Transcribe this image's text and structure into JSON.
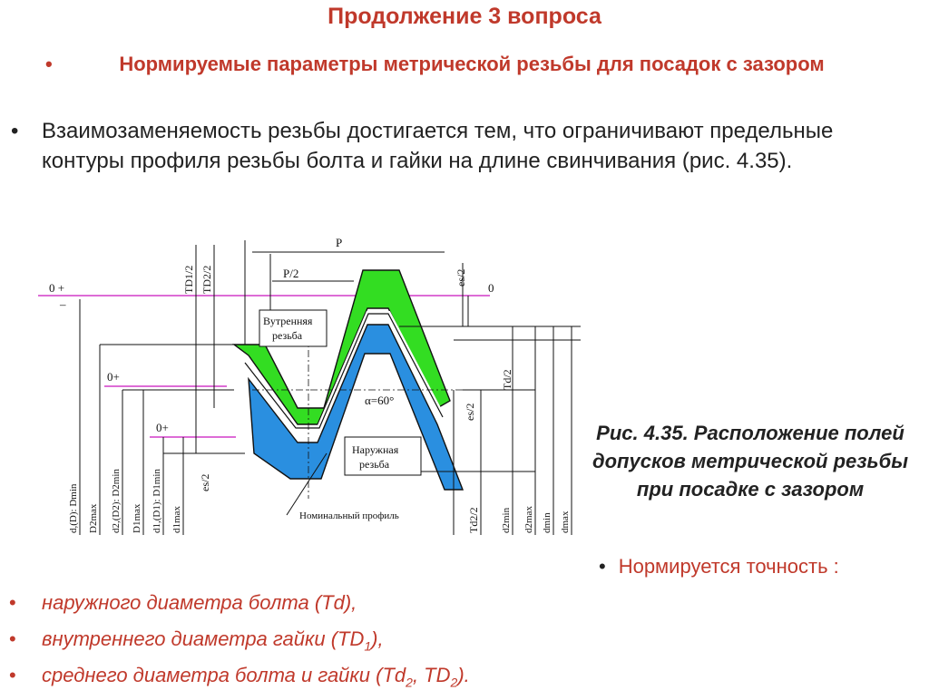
{
  "slide": {
    "title": "Продолжение 3 вопроса",
    "subtitle": "Нормируемые параметры метрической резьбы для посадок с зазором",
    "intro": "Взаимозаменяемость резьбы достигается тем, что ограничивают предельные контуры профиля резьбы болта и гайки на длине свинчивания (рис. 4.35).",
    "caption": "Рис. 4.35. Расположение полей допусков метрической резьбы при посадке с зазором",
    "accuracy_lead": "Нормируется точность :",
    "list": {
      "item1": "наружного диаметра болта (Td),",
      "item2_a": "внутреннего диаметра гайки (TD",
      "item2_sub": "1",
      "item2_b": "),",
      "item3_a": "среднего диаметра болта и гайки (Td",
      "item3_sub1": "2",
      "item3_mid": ", TD",
      "item3_sub2": "2",
      "item3_b": ")."
    },
    "bullet": "•"
  },
  "diagram": {
    "labels": {
      "P": "P",
      "P2": "P/2",
      "TD1_2": "TD1/2",
      "TD2_2": "TD2/2",
      "es2_top": "es/2",
      "zero_right": "0",
      "zero_plus": "0 +",
      "zero_minus": "–",
      "zero_plus_2": "0+",
      "zero_plus_3": "0+",
      "inner_thread": "Вутренняя резьба",
      "inner_thread_l1": "Вутренняя",
      "inner_thread_l2": "резьба",
      "outer_thread_l1": "Наружная",
      "outer_thread_l2": "резьба",
      "alpha": "α=60°",
      "es2_mid": "es/2",
      "Td2_right": "Td/2",
      "nominal_profile": "Номинальный профиль",
      "d_D_Dmin": "d,(D): Dmin",
      "D2max": "D2max",
      "d2_D2_D2min": "d2,(D2): D2min",
      "D1max": "D1max",
      "d1_D1_D1min": "d1,(D1): D1min",
      "d1max": "d1max",
      "es2_low": "es/2",
      "Td2_2": "Td2/2",
      "d2min": "d2min",
      "d2max": "d2max",
      "dmin": "dmin",
      "dmax": "dmax"
    },
    "colors": {
      "green": "#33dd22",
      "blue": "#2a8fe0",
      "magenta": "#d23cc8",
      "line": "#111111"
    }
  }
}
